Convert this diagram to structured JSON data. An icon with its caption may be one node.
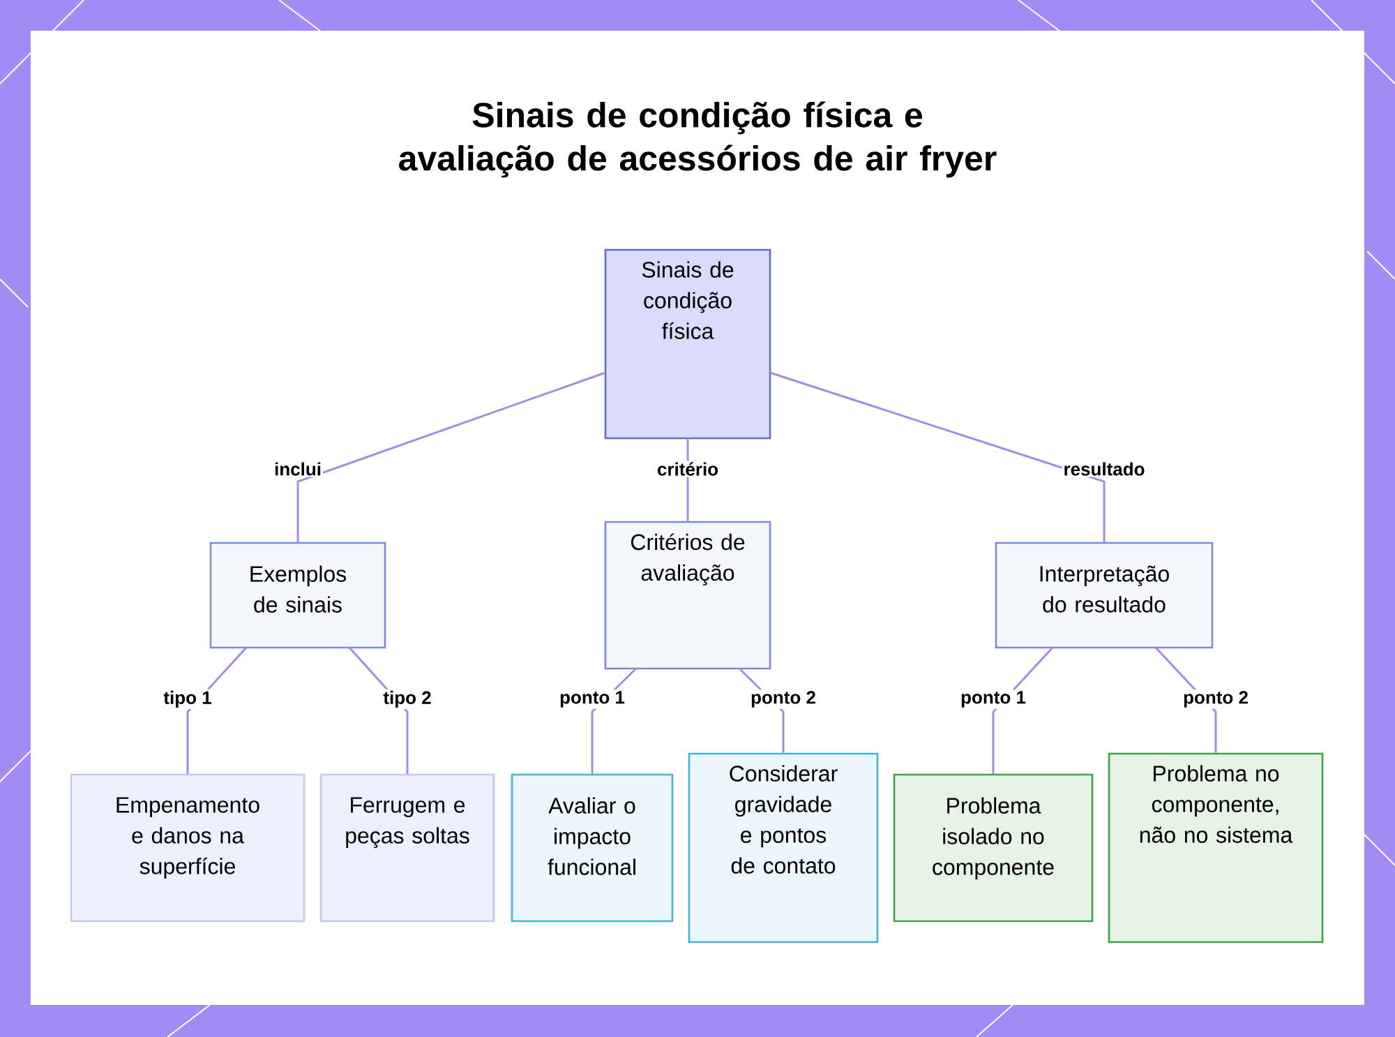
{
  "diagram": {
    "title": "Sinais de condição física e avaliação de acessórios de air fryer",
    "nodes": [
      {
        "text": [
          "Sinais de condição física"
        ]
      },
      {
        "text": [
          "Exemplos de sinais"
        ]
      },
      {
        "text": [
          "Critérios de avaliação"
        ]
      },
      {
        "text": [
          "Interpretação do resultado"
        ]
      },
      {
        "text": [
          "Empenamento e danos na superfície"
        ]
      },
      {
        "text": [
          "Ferrugem e peças soltas"
        ]
      },
      {
        "text": [
          "Avaliar o impacto funcional"
        ]
      },
      {
        "text": [
          "Considerar gravidade e pontos de contato"
        ]
      },
      {
        "text": [
          "Problema isolado no componente"
        ]
      },
      {
        "text": [
          "Problema no componente, não no sistema"
        ]
      }
    ],
    "edges": [
      {
        "from": 0,
        "to": 1,
        "arrow": "none",
        "label": "inclui"
      },
      {
        "from": 0,
        "to": 2,
        "arrow": "none",
        "label": "critério"
      },
      {
        "from": 0,
        "to": 3,
        "arrow": "none",
        "label": "resultado"
      },
      {
        "from": 1,
        "to": 4,
        "arrow": "none",
        "label": "tipo 1"
      },
      {
        "from": 1,
        "to": 5,
        "arrow": "none",
        "label": "tipo 2"
      },
      {
        "from": 2,
        "to": 6,
        "arrow": "none",
        "label": "ponto 1"
      },
      {
        "from": 2,
        "to": 7,
        "arrow": "none",
        "label": "ponto 2"
      },
      {
        "from": 3,
        "to": 8,
        "arrow": "none",
        "label": "ponto 1"
      },
      {
        "from": 3,
        "to": 9,
        "arrow": "none",
        "label": "ponto 2"
      }
    ]
  }
}
